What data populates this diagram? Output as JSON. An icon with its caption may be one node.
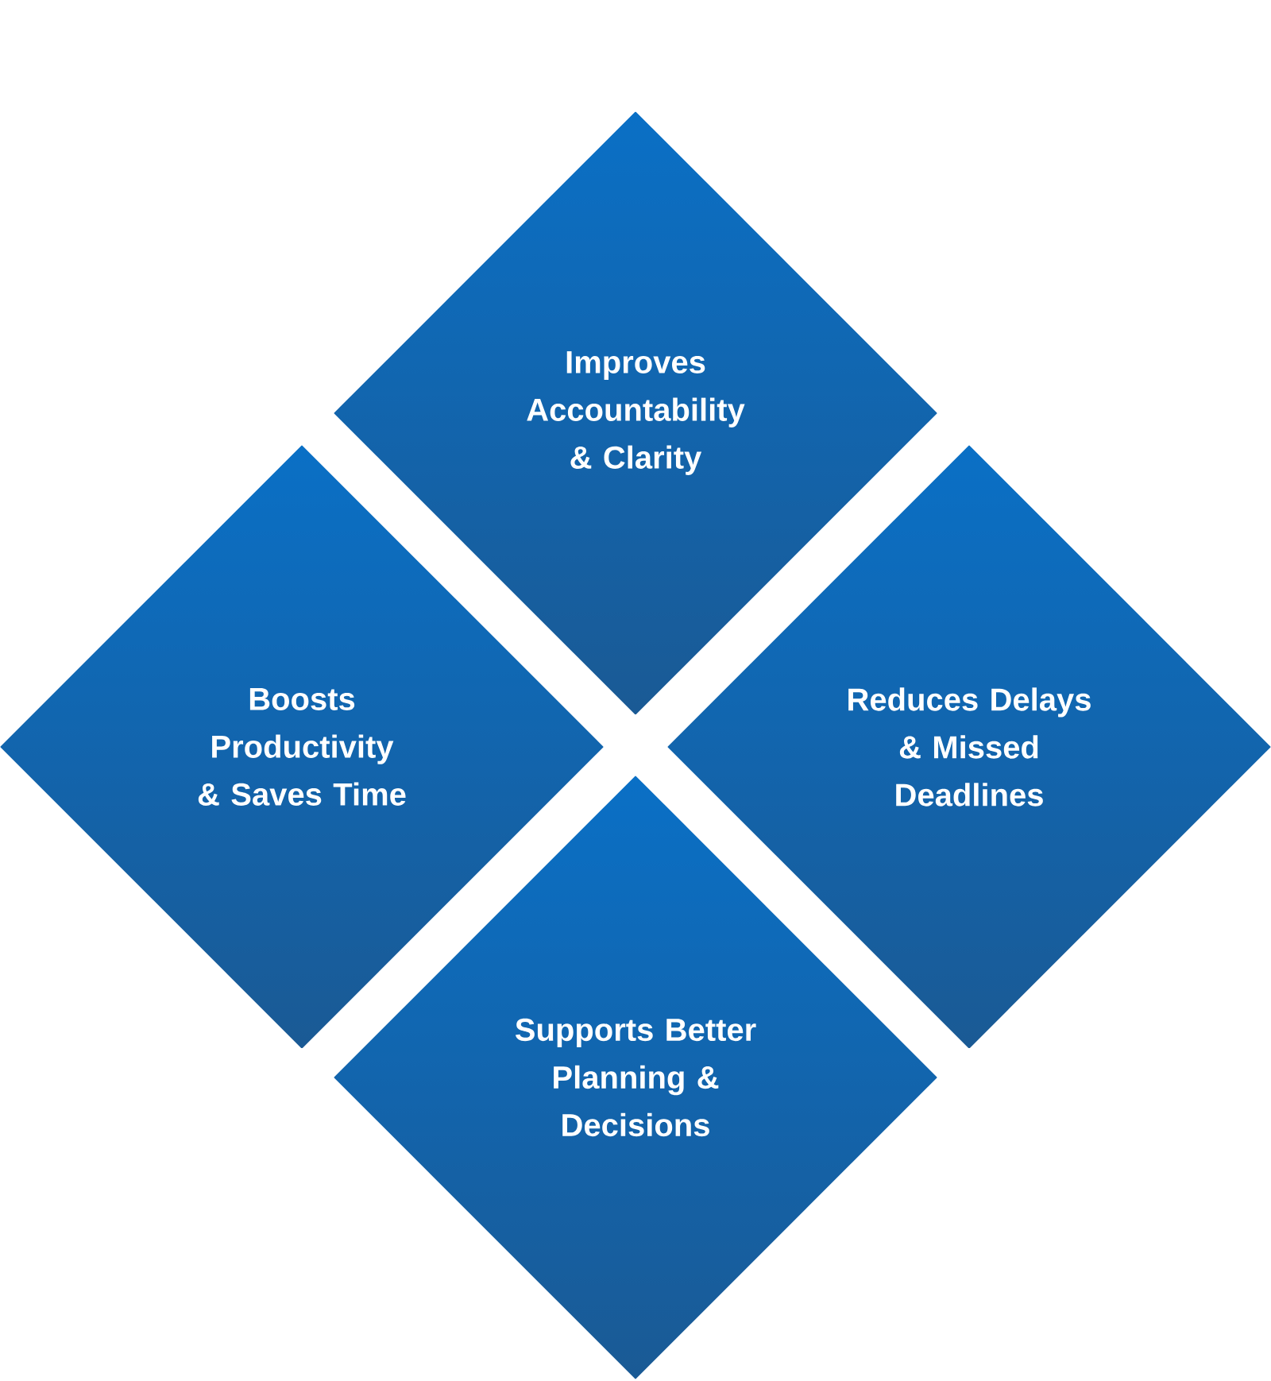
{
  "diagram": {
    "nodes": [
      {
        "text": [
          "Improves Accountability & Clarity"
        ]
      },
      {
        "text": [
          "Boosts Productivity & Saves Time"
        ]
      },
      {
        "text": [
          "Reduces Delays & Missed Deadlines"
        ]
      },
      {
        "text": [
          "Supports Better Planning & Decisions"
        ]
      }
    ]
  }
}
